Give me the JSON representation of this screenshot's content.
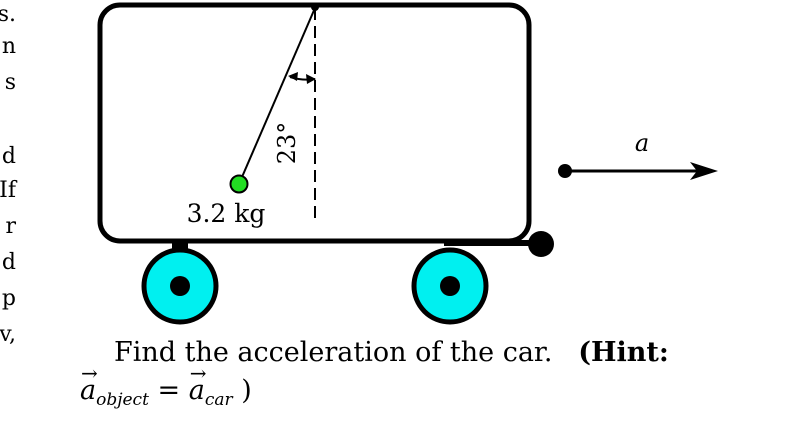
{
  "left_margin_fragments": [
    "s.",
    "n",
    "s",
    "",
    "d",
    "If",
    "r",
    "d",
    "p",
    "v,"
  ],
  "diagram": {
    "angle_label": "23°",
    "mass_label": "3.2 kg",
    "accel_label": "a",
    "colors": {
      "wheel_fill": "#00f0f0",
      "bob_fill": "#22dd22",
      "stroke": "#000000"
    }
  },
  "question": {
    "text": "Find the acceleration of the car.",
    "hint_label": "(Hint:",
    "formula_a1": "a",
    "formula_sub1": "object",
    "formula_eq": " = ",
    "formula_a2": "a",
    "formula_sub2": "car",
    "formula_close": ")"
  }
}
